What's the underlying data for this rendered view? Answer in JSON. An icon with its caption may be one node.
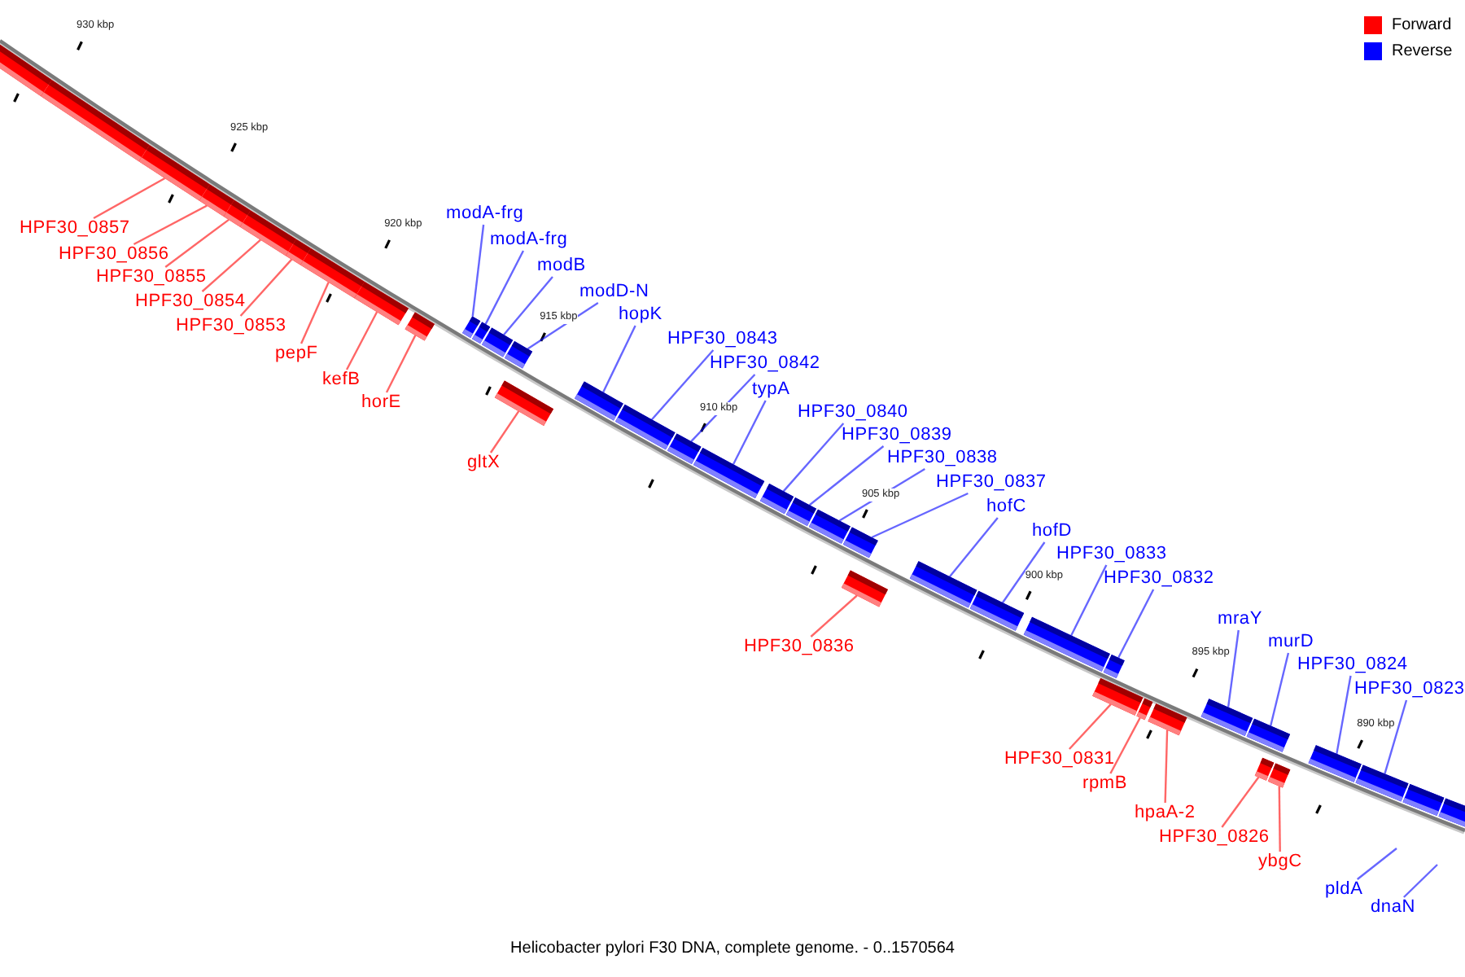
{
  "diagram": {
    "caption": "Helicobacter pylori F30 DNA, complete genome. - 0..1570564",
    "nodes": [
      {
        "text": [
          "modA-frg"
        ]
      },
      {
        "text": [
          "HPF30_0857"
        ]
      },
      {
        "text": [
          "modA-frg"
        ]
      },
      {
        "text": [
          "HPF30_0856"
        ]
      },
      {
        "text": [
          "modB"
        ]
      },
      {
        "text": [
          "HPF30_0855"
        ]
      },
      {
        "text": [
          "modD-N"
        ]
      },
      {
        "text": [
          "HPF30_0854"
        ]
      },
      {
        "text": [
          "hopK"
        ]
      },
      {
        "text": [
          "HPF30_0853"
        ]
      },
      {
        "text": [
          "HPF30_0843"
        ]
      },
      {
        "text": [
          "pepF"
        ]
      },
      {
        "text": [
          "HPF30_0842"
        ]
      },
      {
        "text": [
          "kefB"
        ]
      },
      {
        "text": [
          "typA"
        ]
      },
      {
        "text": [
          "horE"
        ]
      },
      {
        "text": [
          "HPF30_0840"
        ]
      },
      {
        "text": [
          "HPF30_0839"
        ]
      },
      {
        "text": [
          "HPF30_0838"
        ]
      },
      {
        "text": [
          "gltX"
        ]
      },
      {
        "text": [
          "HPF30_0837"
        ]
      },
      {
        "text": [
          "hofC"
        ]
      },
      {
        "text": [
          "hofD"
        ]
      },
      {
        "text": [
          "HPF30_0833"
        ]
      },
      {
        "text": [
          "HPF30_0832"
        ]
      },
      {
        "text": [
          "mraY"
        ]
      },
      {
        "text": [
          "murD"
        ]
      },
      {
        "text": [
          "HPF30_0836"
        ]
      },
      {
        "text": [
          "HPF30_0824"
        ]
      },
      {
        "text": [
          "HPF30_0823"
        ]
      },
      {
        "text": [
          "HPF30_0831"
        ]
      },
      {
        "text": [
          "rpmB"
        ]
      },
      {
        "text": [
          "hpaA-2"
        ]
      },
      {
        "text": [
          "HPF30_0826"
        ]
      },
      {
        "text": [
          "ybgC"
        ]
      },
      {
        "text": [
          "pldA"
        ]
      },
      {
        "text": [
          "dnaN"
        ]
      },
      {
        "text": [],
        "shape": "bar"
      },
      {
        "text": [],
        "shape": "bar"
      },
      {
        "text": [],
        "shape": "bar"
      },
      {
        "text": [],
        "shape": "bar"
      },
      {
        "text": [],
        "shape": "bar"
      },
      {
        "text": [],
        "shape": "bar"
      },
      {
        "text": [],
        "shape": "bar"
      },
      {
        "text": [],
        "shape": "bar"
      },
      {
        "text": [],
        "shape": "bar"
      },
      {
        "text": [],
        "shape": "bar"
      },
      {
        "text": [],
        "shape": "bar"
      },
      {
        "text": [],
        "shape": "bar"
      },
      {
        "text": [],
        "shape": "bar"
      },
      {
        "text": [],
        "shape": "bar"
      },
      {
        "text": [],
        "shape": "bar"
      },
      {
        "text": [],
        "shape": "bar"
      },
      {
        "text": [],
        "shape": "bar"
      },
      {
        "text": [],
        "shape": "bar"
      },
      {
        "text": [],
        "shape": "bar"
      },
      {
        "text": [],
        "shape": "bar"
      },
      {
        "text": [],
        "shape": "bar"
      },
      {
        "text": [],
        "shape": "bar"
      },
      {
        "text": [],
        "shape": "bar"
      },
      {
        "text": [],
        "shape": "bar"
      },
      {
        "text": [],
        "shape": "bar"
      },
      {
        "text": [],
        "shape": "bar"
      },
      {
        "text": [],
        "shape": "bar"
      },
      {
        "text": [],
        "shape": "bar"
      },
      {
        "text": [],
        "shape": "bar"
      },
      {
        "text": [],
        "shape": "bar"
      },
      {
        "text": [],
        "shape": "bar"
      },
      {
        "text": [],
        "shape": "bar"
      },
      {
        "text": [],
        "shape": "bar"
      },
      {
        "text": [],
        "shape": "bar"
      },
      {
        "text": [],
        "shape": "bar"
      },
      {
        "text": [],
        "shape": "bar"
      },
      {
        "text": [],
        "shape": "bar"
      },
      {
        "text": [],
        "shape": "bar"
      },
      {
        "text": [],
        "shape": "bar"
      }
    ],
    "edges": [
      {
        "from": 0,
        "to": 47,
        "arrow": "none"
      },
      {
        "from": 2,
        "to": 48,
        "arrow": "none"
      },
      {
        "from": 4,
        "to": 49,
        "arrow": "none"
      },
      {
        "from": 6,
        "to": 50,
        "arrow": "none"
      },
      {
        "from": 8,
        "to": 52,
        "arrow": "none"
      },
      {
        "from": 10,
        "to": 53,
        "arrow": "none"
      },
      {
        "from": 12,
        "to": 54,
        "arrow": "none"
      },
      {
        "from": 14,
        "to": 55,
        "arrow": "none"
      },
      {
        "from": 16,
        "to": 56,
        "arrow": "none"
      },
      {
        "from": 17,
        "to": 57,
        "arrow": "none"
      },
      {
        "from": 18,
        "to": 58,
        "arrow": "none"
      },
      {
        "from": 20,
        "to": 59,
        "arrow": "none"
      },
      {
        "from": 21,
        "to": 61,
        "arrow": "none"
      },
      {
        "from": 22,
        "to": 62,
        "arrow": "none"
      },
      {
        "from": 23,
        "to": 63,
        "arrow": "none"
      },
      {
        "from": 24,
        "to": 64,
        "arrow": "none"
      },
      {
        "from": 25,
        "to": 68,
        "arrow": "none"
      },
      {
        "from": 26,
        "to": 69,
        "arrow": "none"
      },
      {
        "from": 28,
        "to": 72,
        "arrow": "none"
      },
      {
        "from": 29,
        "to": 73,
        "arrow": "none"
      },
      {
        "from": 35,
        "to": null,
        "arrow": "none"
      },
      {
        "from": 36,
        "to": null,
        "arrow": "none"
      },
      {
        "from": 1,
        "to": 39,
        "arrow": "none",
        "color": "#ff0000"
      },
      {
        "from": 3,
        "to": 40,
        "arrow": "none",
        "color": "#ff0000"
      },
      {
        "from": 5,
        "to": 41,
        "arrow": "none",
        "color": "#ff0000"
      },
      {
        "from": 7,
        "to": 42,
        "arrow": "none",
        "color": "#ff0000"
      },
      {
        "from": 9,
        "to": 43,
        "arrow": "none",
        "color": "#ff0000"
      },
      {
        "from": 11,
        "to": 44,
        "arrow": "none",
        "color": "#ff0000"
      },
      {
        "from": 13,
        "to": 45,
        "arrow": "none",
        "color": "#ff0000"
      },
      {
        "from": 15,
        "to": 46,
        "arrow": "none",
        "color": "#ff0000"
      },
      {
        "from": 19,
        "to": 51,
        "arrow": "none",
        "color": "#ff0000"
      },
      {
        "from": 27,
        "to": 60,
        "arrow": "none",
        "color": "#ff0000"
      },
      {
        "from": 30,
        "to": 65,
        "arrow": "none",
        "color": "#ff0000"
      },
      {
        "from": 31,
        "to": 66,
        "arrow": "none",
        "color": "#ff0000"
      },
      {
        "from": 32,
        "to": 67,
        "arrow": "none",
        "color": "#ff0000"
      },
      {
        "from": 33,
        "to": 70,
        "arrow": "none",
        "color": "#ff0000"
      },
      {
        "from": 34,
        "to": 71,
        "arrow": "none",
        "color": "#ff0000"
      }
    ],
    "labels": [
      "930 kbp",
      "925 kbp",
      "920 kbp",
      "915 kbp",
      "910 kbp",
      "905 kbp",
      "900 kbp",
      "895 kbp",
      "890 kbp"
    ],
    "legend": [
      {
        "text": "Forward",
        "color": "#ff0000"
      },
      {
        "text": "Reverse",
        "color": "#0000ff"
      }
    ]
  }
}
